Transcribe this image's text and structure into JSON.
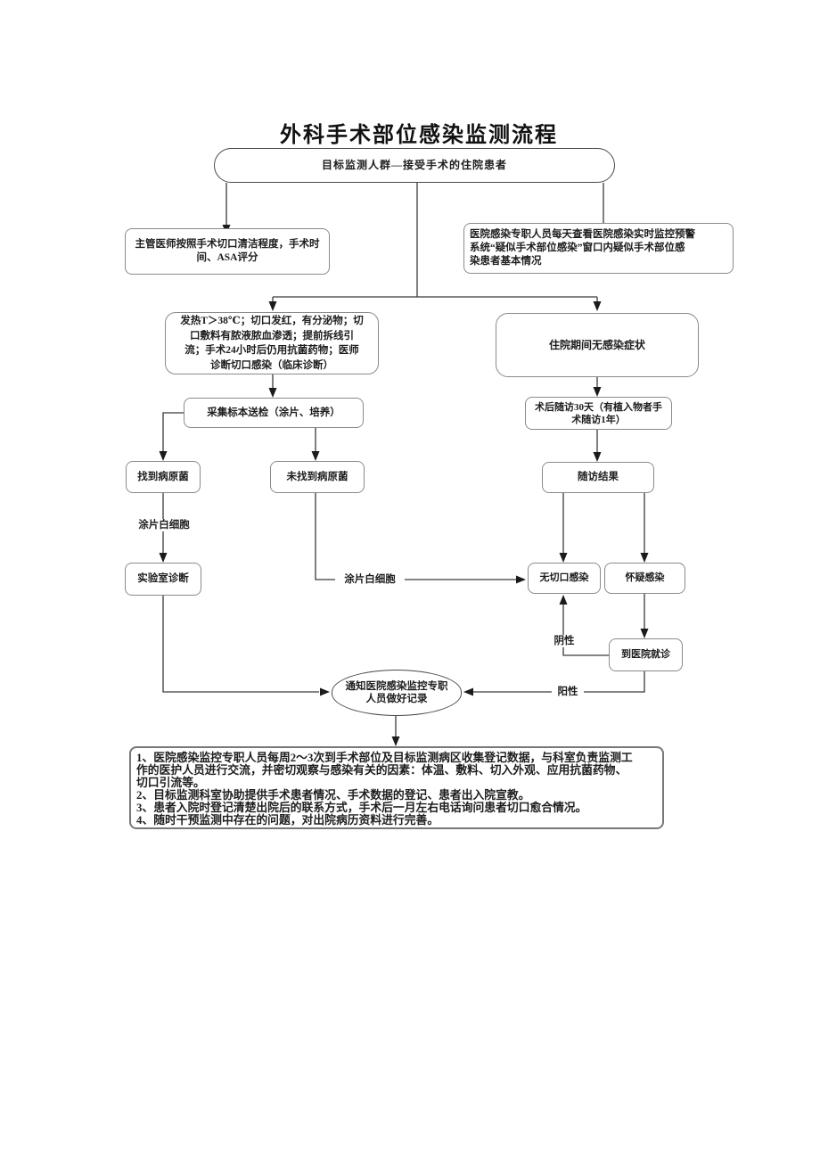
{
  "title": "外科手术部位感染监测流程",
  "flowchart": {
    "start": "目标监测人群—接受手术的住院患者",
    "surgeon_assess": "主管医师按照手术切口清洁程度，手术时间、ASA评分",
    "monitor_system": {
      "lines": [
        "医院感染专职人员每天查看医院感染实时监控预警",
        "系统“疑似手术部位感染”窗口内疑似手术部位感",
        "染患者基本情况"
      ]
    },
    "clinical_signs": {
      "lines": [
        "发热T＞38℃；切口发红，有分泌物；切",
        "口敷料有脓液脓血渗透；提前拆线引",
        "流；手术24小时后仍用抗菌药物；医师",
        "诊断切口感染（临床诊断）"
      ]
    },
    "no_symptom": "住院期间无感染症状",
    "collect_specimen": "采集标本送检（涂片、培养）",
    "followup_30d": "术后随访30天（有植入物者手术随访1年）",
    "pathogen_found": "找到病原菌",
    "pathogen_not_found": "未找到病原菌",
    "followup_result": "随访结果",
    "smear_wbc_left": "涂片白细胞",
    "smear_wbc_mid": "涂片白细胞",
    "lab_diagnosis": "实验室诊断",
    "no_incision_infection": "无切口感染",
    "suspected_infection": "怀疑感染",
    "hospital_visit": "到医院就诊",
    "negative_label": "阴性",
    "positive_label": "阳性",
    "notify_record": "通知医院感染监控专职人员做好记录",
    "notes": {
      "items": [
        "1、医院感染监控专职人员每周2～3次到手术部位及目标监测病区收集登记数据，与科室负责监测工作的医护人员进行交流，并密切观察与感染有关的因素：体温、敷料、切入外观、应用抗菌药物、切口引流等。",
        "2、目标监测科室协助提供手术患者情况、手术数据的登记、患者出入院宣教。",
        "3、患者入院时登记清楚出院后的联系方式，手术后一月左右电话询问患者切口愈合情况。",
        "4、随时干预监测中存在的问题，对出院病历资料进行完善。"
      ]
    }
  }
}
